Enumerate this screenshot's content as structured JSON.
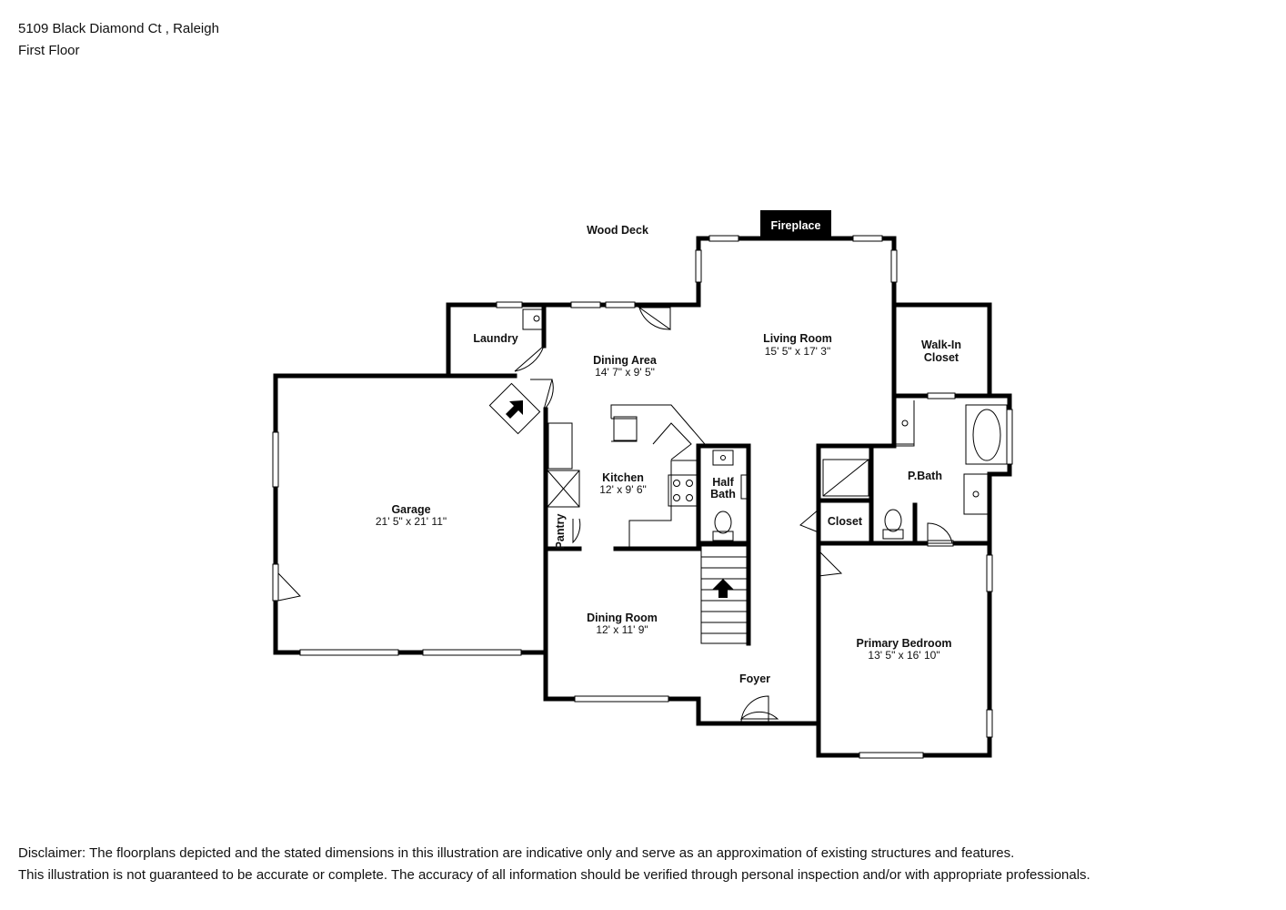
{
  "header": {
    "address": "5109 Black Diamond Ct , Raleigh",
    "floor": "First Floor"
  },
  "rooms": {
    "wood_deck": {
      "name": "Wood Deck"
    },
    "fireplace": {
      "name": "Fireplace"
    },
    "laundry": {
      "name": "Laundry"
    },
    "dining_area": {
      "name": "Dining Area",
      "dims": "14' 7\" x 9' 5\""
    },
    "living_room": {
      "name": "Living Room",
      "dims": "15' 5\" x 17' 3\""
    },
    "walk_in_closet": {
      "name_line1": "Walk-In",
      "name_line2": "Closet"
    },
    "garage": {
      "name": "Garage",
      "dims": "21' 5\" x 21' 11\""
    },
    "kitchen": {
      "name": "Kitchen",
      "dims": "12' x 9' 6\""
    },
    "half_bath": {
      "name_line1": "Half",
      "name_line2": "Bath"
    },
    "p_bath": {
      "name": "P.Bath"
    },
    "closet": {
      "name": "Closet"
    },
    "pantry": {
      "name": "Pantry"
    },
    "dining_room": {
      "name": "Dining Room",
      "dims": "12' x 11' 9\""
    },
    "primary_bedroom": {
      "name": "Primary Bedroom",
      "dims": "13' 5\" x 16' 10\""
    },
    "foyer": {
      "name": "Foyer"
    }
  },
  "disclaimer": {
    "line1": "Disclaimer: The floorplans depicted and the stated dimensions in this illustration are indicative only and serve as an approximation of existing structures and features.",
    "line2": "This illustration is not guaranteed to be accurate or complete. The accuracy of all information should be verified through personal inspection and/or with appropriate professionals."
  }
}
